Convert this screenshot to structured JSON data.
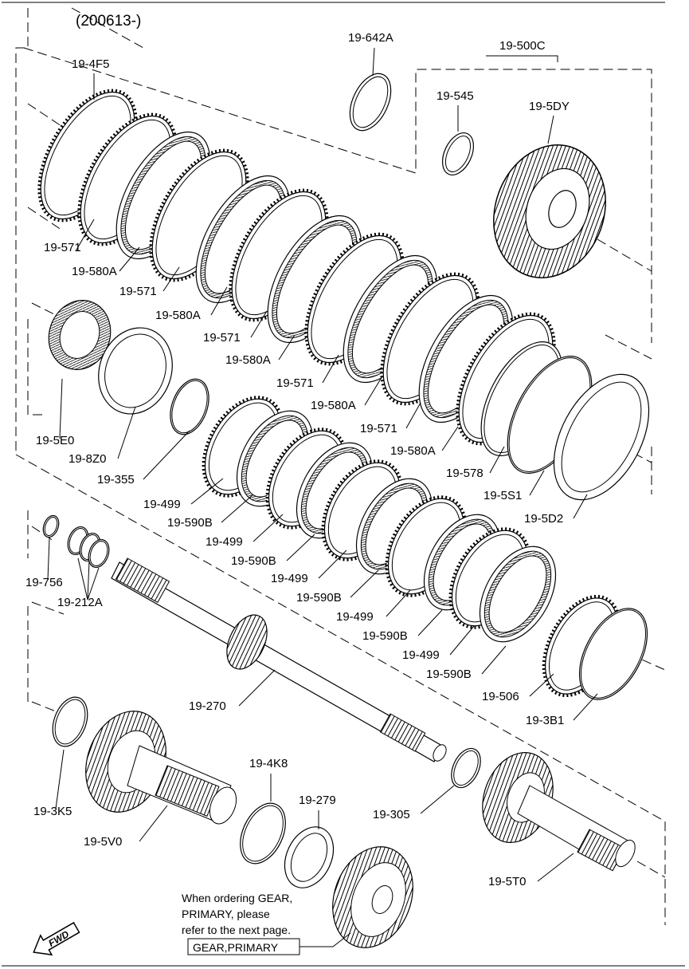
{
  "header": {
    "code": "(200613-)"
  },
  "part_labels": [
    {
      "id": "19-642A"
    },
    {
      "id": "19-500C"
    },
    {
      "id": "19-4F5"
    },
    {
      "id": "19-545"
    },
    {
      "id": "19-5DY"
    },
    {
      "id": "19-571"
    },
    {
      "id": "19-580A"
    },
    {
      "id": "19-571"
    },
    {
      "id": "19-580A"
    },
    {
      "id": "19-571"
    },
    {
      "id": "19-580A"
    },
    {
      "id": "19-571"
    },
    {
      "id": "19-580A"
    },
    {
      "id": "19-571"
    },
    {
      "id": "19-580A"
    },
    {
      "id": "19-578"
    },
    {
      "id": "19-5S1"
    },
    {
      "id": "19-5D2"
    },
    {
      "id": "19-5E0"
    },
    {
      "id": "19-8Z0"
    },
    {
      "id": "19-355"
    },
    {
      "id": "19-499"
    },
    {
      "id": "19-590B"
    },
    {
      "id": "19-499"
    },
    {
      "id": "19-590B"
    },
    {
      "id": "19-499"
    },
    {
      "id": "19-590B"
    },
    {
      "id": "19-499"
    },
    {
      "id": "19-590B"
    },
    {
      "id": "19-499"
    },
    {
      "id": "19-590B"
    },
    {
      "id": "19-506"
    },
    {
      "id": "19-3B1"
    },
    {
      "id": "19-756"
    },
    {
      "id": "19-212A"
    },
    {
      "id": "19-270"
    },
    {
      "id": "19-3K5"
    },
    {
      "id": "19-4K8"
    },
    {
      "id": "19-279"
    },
    {
      "id": "19-305"
    },
    {
      "id": "19-5V0"
    },
    {
      "id": "19-5T0"
    }
  ],
  "note": {
    "lines": [
      "When ordering GEAR,",
      "PRIMARY, please",
      "refer to the next page."
    ]
  },
  "ref_box": {
    "label": "GEAR,PRIMARY"
  },
  "fwd_arrow": {
    "label": "FWD",
    "icon": "fwd-arrow-icon"
  }
}
